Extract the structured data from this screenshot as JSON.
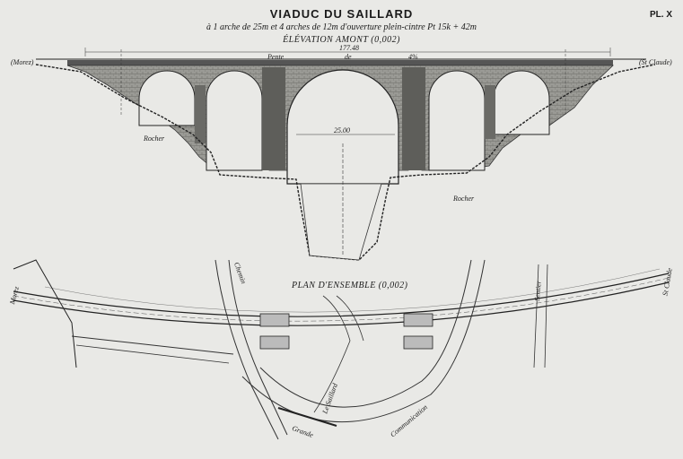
{
  "title": "VIADUC DU SAILLARD",
  "plate_number": "PL. X",
  "subtitle": "à 1 arche de 25m et 4 arches de 12m d'ouverture plein-cintre Pt 15k + 42m",
  "elevation_title": "ÉLÉVATION AMONT (0,002)",
  "plan_title": "PLAN D'ENSEMBLE (0,002)",
  "labels": {
    "morez_elev": "(Morez)",
    "stclaude_elev": "(St Claude)",
    "pente": "Pente",
    "de": "de",
    "slope": "4%",
    "length_top": "177.48",
    "rocher_left": "Rocher",
    "rocher_right": "Rocher",
    "span_main": "25.00",
    "morez_plan": "Morez",
    "stclaude_plan": "St Claude",
    "chemin": "Chemin",
    "le_saillard": "Le Saillard",
    "grande": "Grande",
    "communication": "Communication",
    "sentier": "Sentier"
  },
  "colors": {
    "paper": "#e9e9e6",
    "ink": "#1a1a1a",
    "masonry": "#8c8c88"
  }
}
